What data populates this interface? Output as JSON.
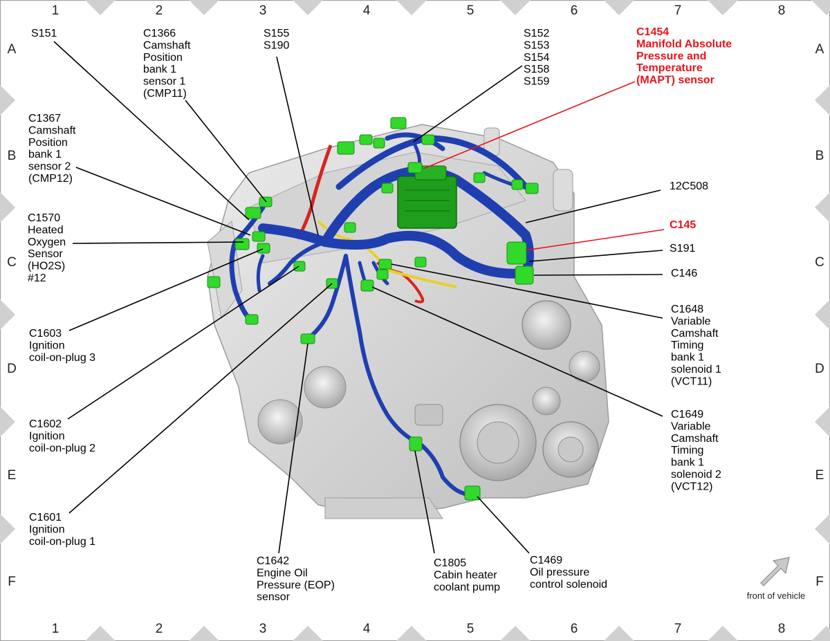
{
  "grid": {
    "columns": [
      "1",
      "2",
      "3",
      "4",
      "5",
      "6",
      "7",
      "8"
    ],
    "rows": [
      "A",
      "B",
      "C",
      "D",
      "E",
      "F"
    ]
  },
  "colors": {
    "highlight": "#e8141b",
    "harness": "#1f3fb0",
    "connector": "#31d92a",
    "module": "#1f9d1c",
    "engine": "#d6d6d6",
    "frame_diamond": "#d0d0d0"
  },
  "labels": [
    {
      "id": "s151",
      "lines": [
        "S151"
      ],
      "highlight": false
    },
    {
      "id": "c1366",
      "lines": [
        "C1366",
        "Camshaft",
        "Position",
        "bank 1",
        "sensor 1",
        "(CMP11)"
      ],
      "highlight": false
    },
    {
      "id": "s155",
      "lines": [
        "S155",
        "S190"
      ],
      "highlight": false
    },
    {
      "id": "s152",
      "lines": [
        "S152",
        "S153",
        "S154",
        "S158",
        "S159"
      ],
      "highlight": false
    },
    {
      "id": "c1454",
      "lines": [
        "C1454",
        "Manifold Absolute",
        "Pressure and",
        "Temperature",
        "(MAPT) sensor"
      ],
      "highlight": true
    },
    {
      "id": "c1367",
      "lines": [
        "C1367",
        "Camshaft",
        "Position",
        "bank 1",
        "sensor 2",
        "(CMP12)"
      ],
      "highlight": false
    },
    {
      "id": "c1570",
      "lines": [
        "C1570",
        "Heated",
        "Oxygen",
        "Sensor",
        "(HO2S)",
        "#12"
      ],
      "highlight": false
    },
    {
      "id": "c12c508",
      "lines": [
        "12C508"
      ],
      "highlight": false
    },
    {
      "id": "c145",
      "lines": [
        "C145"
      ],
      "highlight": true
    },
    {
      "id": "s191",
      "lines": [
        "S191"
      ],
      "highlight": false
    },
    {
      "id": "c146",
      "lines": [
        "C146"
      ],
      "highlight": false
    },
    {
      "id": "c1648",
      "lines": [
        "C1648",
        "Variable",
        "Camshaft",
        "Timing",
        "bank 1",
        "solenoid 1",
        "(VCT11)"
      ],
      "highlight": false
    },
    {
      "id": "c1603",
      "lines": [
        "C1603",
        "Ignition",
        "coil-on-plug 3"
      ],
      "highlight": false
    },
    {
      "id": "c1602",
      "lines": [
        "C1602",
        "Ignition",
        "coil-on-plug 2"
      ],
      "highlight": false
    },
    {
      "id": "c1649",
      "lines": [
        "C1649",
        "Variable",
        "Camshaft",
        "Timing",
        "bank 1",
        "solenoid 2",
        "(VCT12)"
      ],
      "highlight": false
    },
    {
      "id": "c1601",
      "lines": [
        "C1601",
        "Ignition",
        "coil-on-plug 1"
      ],
      "highlight": false
    },
    {
      "id": "c1642",
      "lines": [
        "C1642",
        "Engine Oil",
        "Pressure (EOP)",
        "sensor"
      ],
      "highlight": false
    },
    {
      "id": "c1805",
      "lines": [
        "C1805",
        "Cabin heater",
        "coolant pump"
      ],
      "highlight": false
    },
    {
      "id": "c1469",
      "lines": [
        "C1469",
        "Oil pressure",
        "control solenoid"
      ],
      "highlight": false
    }
  ],
  "front_indicator": {
    "text": "front of vehicle",
    "icon": "arrow-up-right-icon"
  }
}
